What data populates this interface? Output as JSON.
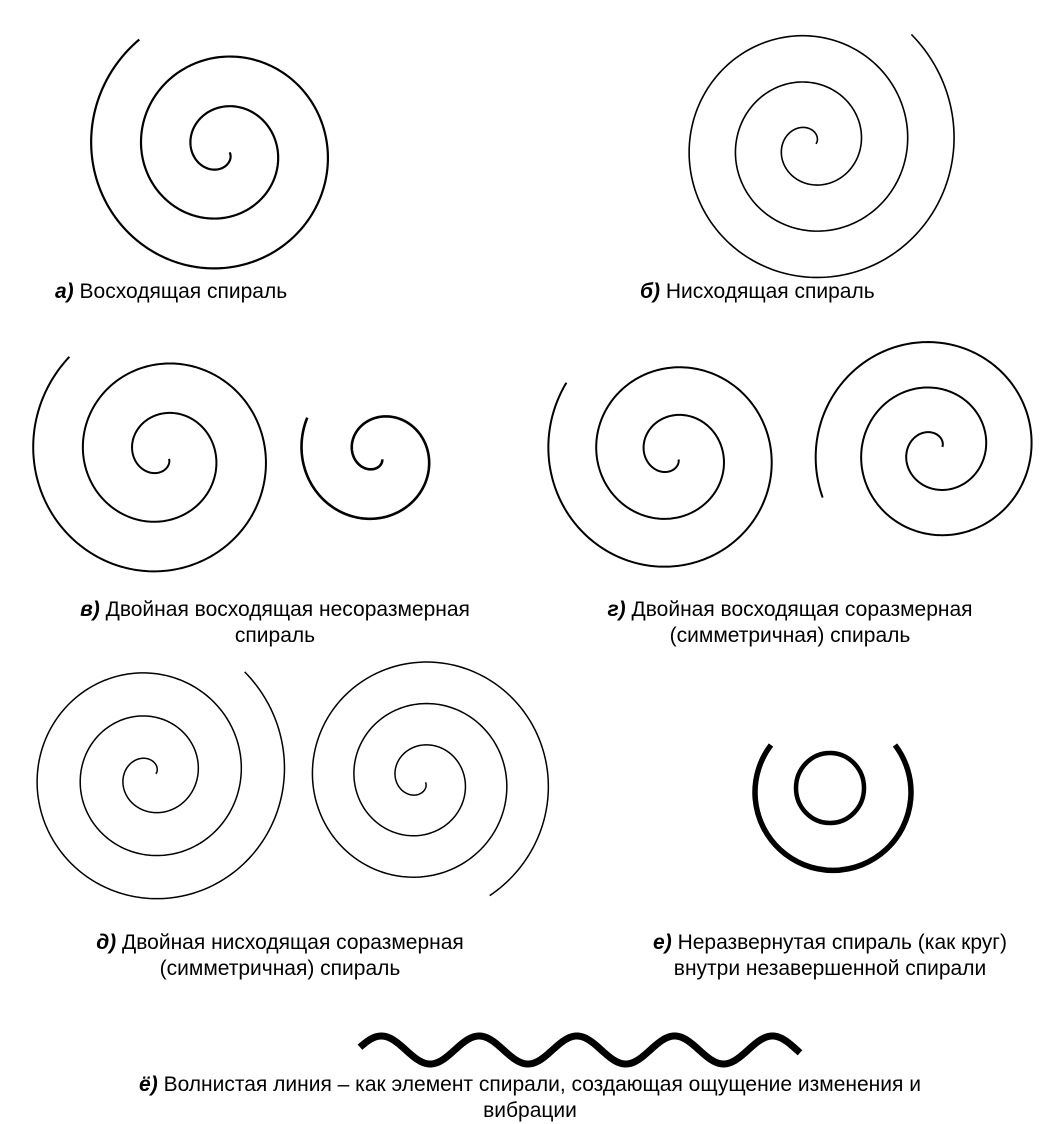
{
  "figures": [
    {
      "letter": "а)",
      "line1": "Восходящая спираль",
      "line2": ""
    },
    {
      "letter": "б)",
      "line1": "Нисходящая спираль",
      "line2": ""
    },
    {
      "letter": "в)",
      "line1": "Двойная восходящая несоразмерная",
      "line2": "спираль"
    },
    {
      "letter": "г)",
      "line1": "Двойная восходящая соразмерная",
      "line2": "(симметричная) спираль"
    },
    {
      "letter": "д)",
      "line1": "Двойная нисходящая соразмерная",
      "line2": "(симметричная) спираль"
    },
    {
      "letter": "е)",
      "line1": "Неразвернутая спираль (как круг)",
      "line2": "внутри незавершенной спирали"
    },
    {
      "letter": "ё)",
      "line1": "Волнистая линия – как элемент спирали, создающая ощущение изменения и",
      "line2": "вибрации"
    }
  ]
}
